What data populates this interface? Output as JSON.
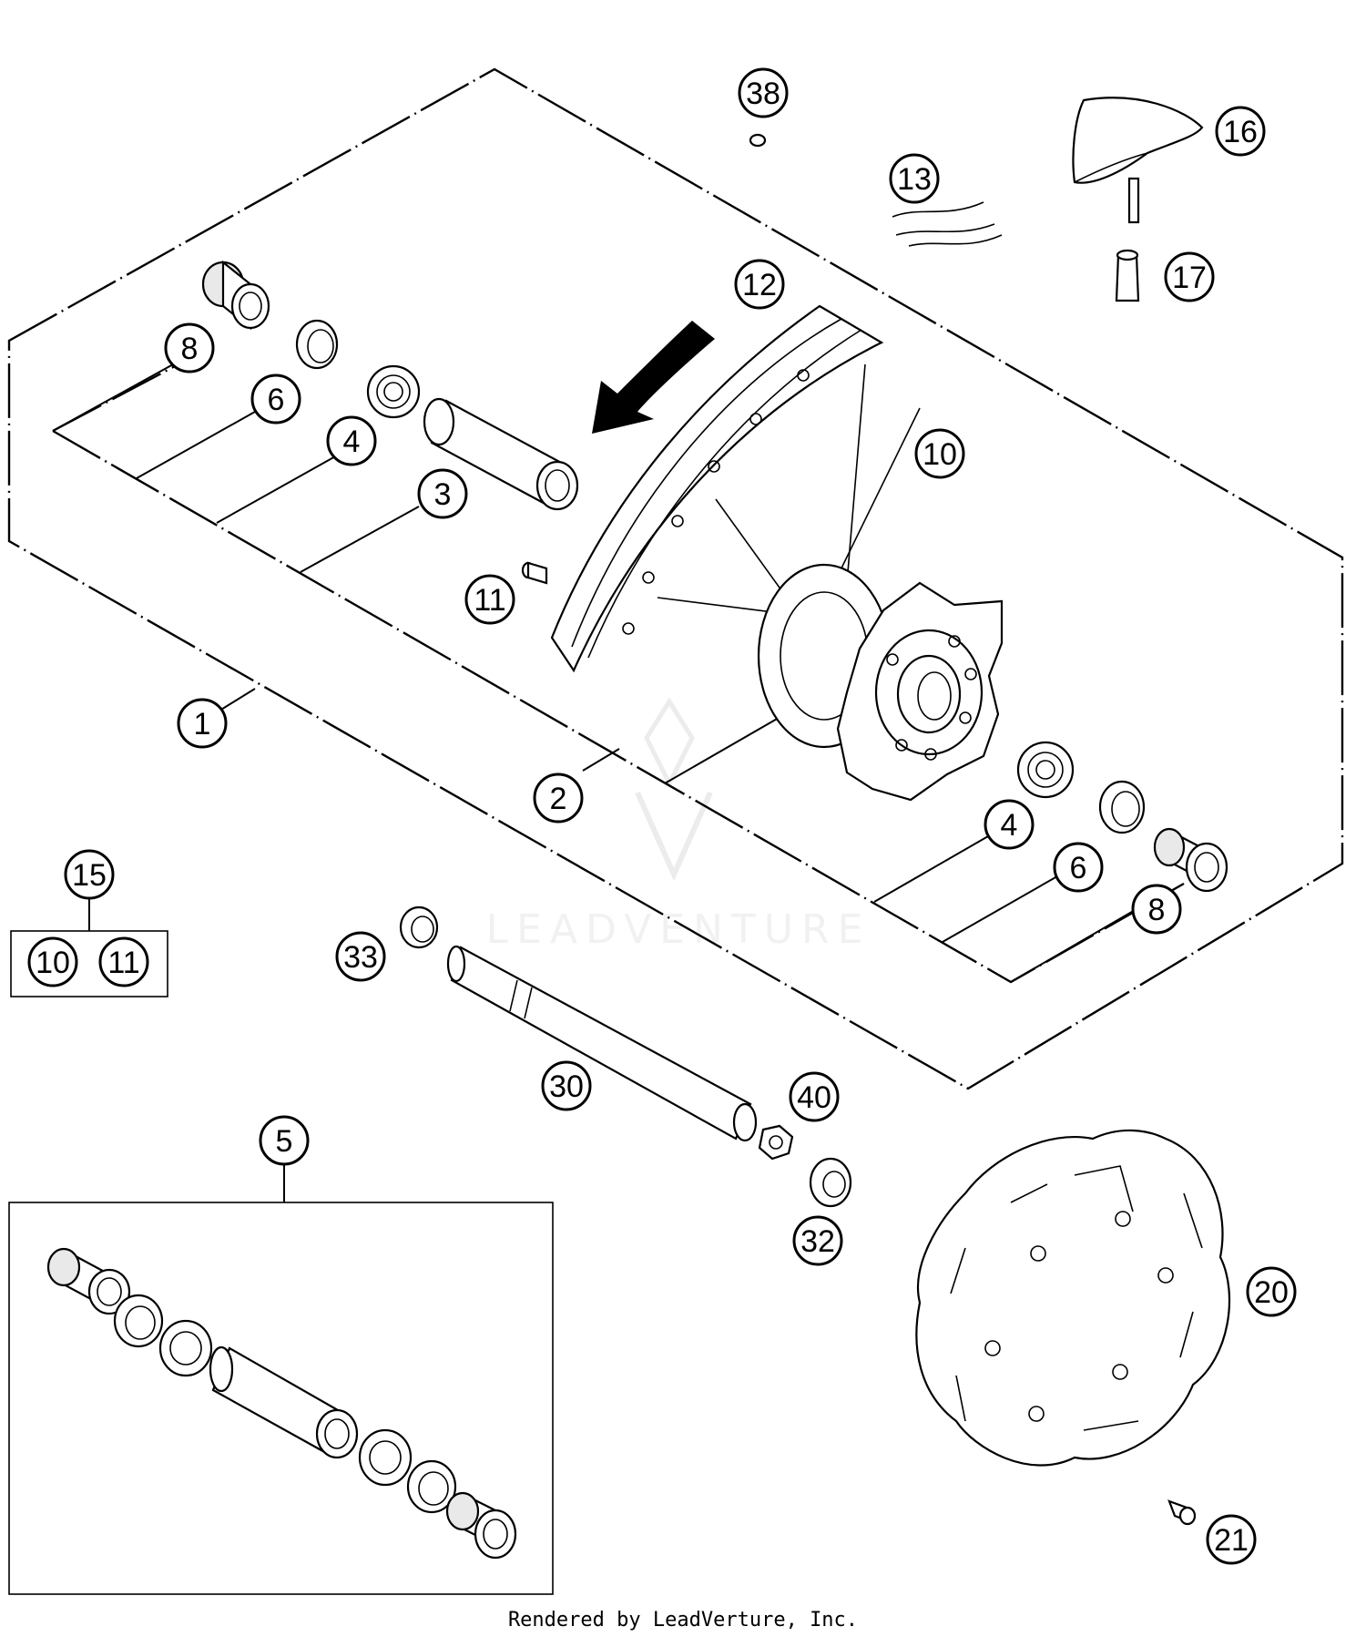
{
  "callouts": {
    "c1": "1",
    "c2": "2",
    "c3": "3",
    "c4a": "4",
    "c4b": "4",
    "c5": "5",
    "c6a": "6",
    "c6b": "6",
    "c8a": "8",
    "c8b": "8",
    "c10": "10",
    "c11": "11",
    "c12": "12",
    "c13": "13",
    "c15": "15",
    "c15_10": "10",
    "c15_11": "11",
    "c16": "16",
    "c17": "17",
    "c20": "20",
    "c21": "21",
    "c30": "30",
    "c32": "32",
    "c33": "33",
    "c38": "38",
    "c40": "40"
  },
  "watermark": "LEADVENTURE",
  "footer": "Rendered by LeadVerture, Inc."
}
